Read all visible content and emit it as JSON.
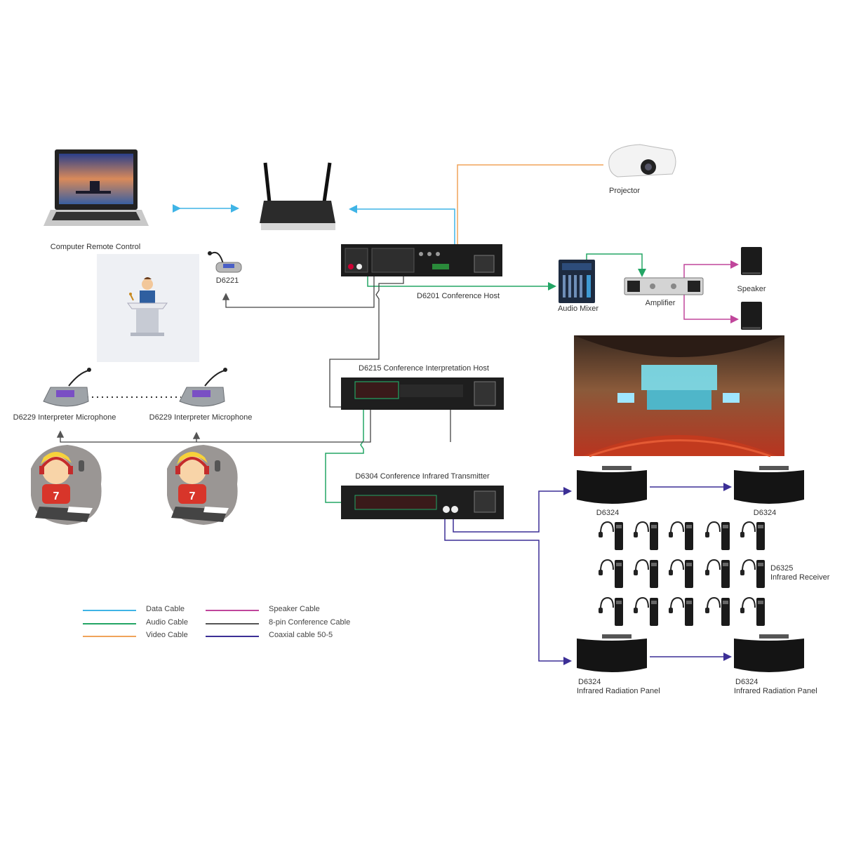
{
  "devices": {
    "computer": "Computer Remote Control",
    "projector": "Projector",
    "host": "D6201 Conference Host",
    "chairman_mic": "D6221",
    "audio_mixer": "Audio Mixer",
    "amplifier": "Amplifier",
    "speaker": "Speaker",
    "interpretation_host": "D6215  Conference Interpretation Host",
    "interpreter_mic_1": "D6229 Interpreter Microphone",
    "interpreter_mic_2": "D6229 Interpreter Microphone",
    "ir_transmitter": "D6304 Conference Infrared Transmitter",
    "panel_top_left": "D6324",
    "panel_top_right": "D6324",
    "receiver_model": "D6325",
    "receiver_name": "Infrared Receiver",
    "panel_bottom_left_model": "D6324",
    "panel_bottom_left_name": "Infrared Radiation Panel",
    "panel_bottom_right_model": "D6324",
    "panel_bottom_right_name": "Infrared Radiation Panel"
  },
  "legend": [
    {
      "label": "Data Cable",
      "color": "#3fb4e6"
    },
    {
      "label": "Audio Cable",
      "color": "#23a565"
    },
    {
      "label": "Video Cable",
      "color": "#f0a35a"
    },
    {
      "label": "Speaker Cable",
      "color": "#c0469b"
    },
    {
      "label": "8-pin Conference Cable",
      "color": "#555555"
    },
    {
      "label": "Coaxial cable 50-5",
      "color": "#3c2f96"
    }
  ],
  "interpreter_shirt_number": "7"
}
